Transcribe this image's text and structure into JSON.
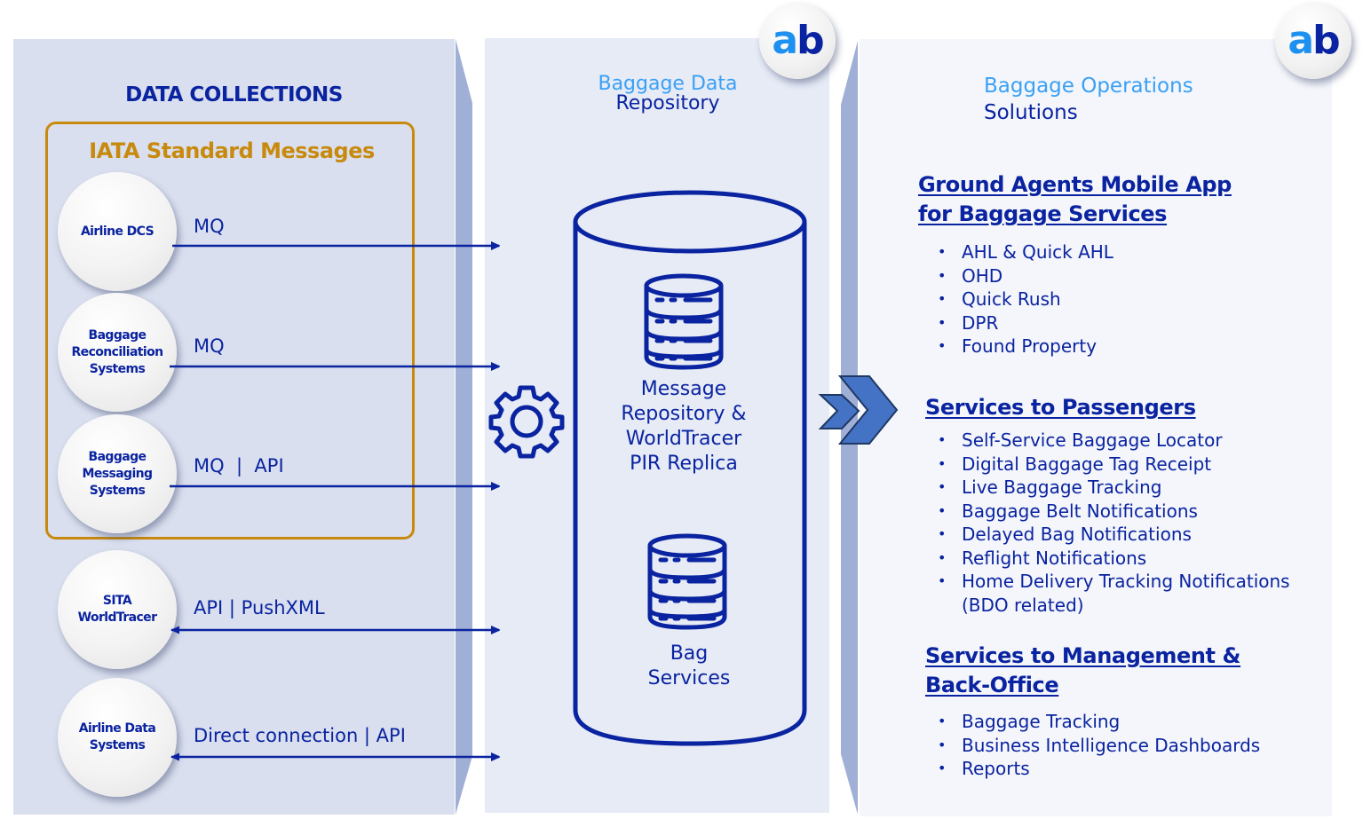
{
  "left_panel": {
    "title": "DATA COLLECTIONS",
    "group_title": "IATA Standard Messages",
    "sources": [
      {
        "label": "Airline DCS",
        "protocol": "MQ",
        "direction": "one-way"
      },
      {
        "label": "Baggage\nReconciliation\nSystems",
        "protocol": "MQ",
        "direction": "one-way"
      },
      {
        "label": "Baggage\nMessaging\nSystems",
        "protocol": "MQ  |  API",
        "direction": "one-way"
      },
      {
        "label": "SITA\nWorldTracer",
        "protocol": "API | PushXML",
        "direction": "two-way"
      },
      {
        "label": "Airline Data\nSystems",
        "protocol": "Direct connection | API",
        "direction": "two-way"
      }
    ]
  },
  "middle_panel": {
    "title_line1": "Baggage Data",
    "title_line2": "Repository",
    "databases": [
      {
        "icon": "database-icon",
        "label": "Message\nRepository &\nWorldTracer\nPIR Replica"
      },
      {
        "icon": "database-icon",
        "label": "Bag\nServices"
      }
    ],
    "process_icon": "gear-icon"
  },
  "right_panel": {
    "title_line1": "Baggage Operations",
    "title_line2": "Solutions",
    "sections": [
      {
        "heading": "Ground Agents Mobile App\nfor Baggage Services",
        "items": [
          "AHL & Quick AHL",
          "OHD",
          "Quick Rush",
          "DPR",
          "Found Property"
        ]
      },
      {
        "heading": "Services to Passengers",
        "items": [
          "Self-Service Baggage Locator",
          "Digital Baggage Tag Receipt",
          "Live Baggage Tracking",
          "Baggage Belt Notifications",
          "Delayed Bag Notifications",
          "Reflight Notifications",
          "Home Delivery Tracking Notifications\n(BDO related)"
        ]
      },
      {
        "heading": "Services to Management &\nBack-Office",
        "items": [
          "Baggage Tracking",
          "Business Intelligence Dashboards",
          "Reports"
        ]
      }
    ]
  },
  "logo": {
    "letter_a": "a",
    "letter_b": "b"
  },
  "colors": {
    "primary": "#0a23a0",
    "accent_light": "#3aa0f5",
    "iata_gold": "#c88a0e",
    "chevron": "#4472c4",
    "divider": "#a0afd6"
  }
}
